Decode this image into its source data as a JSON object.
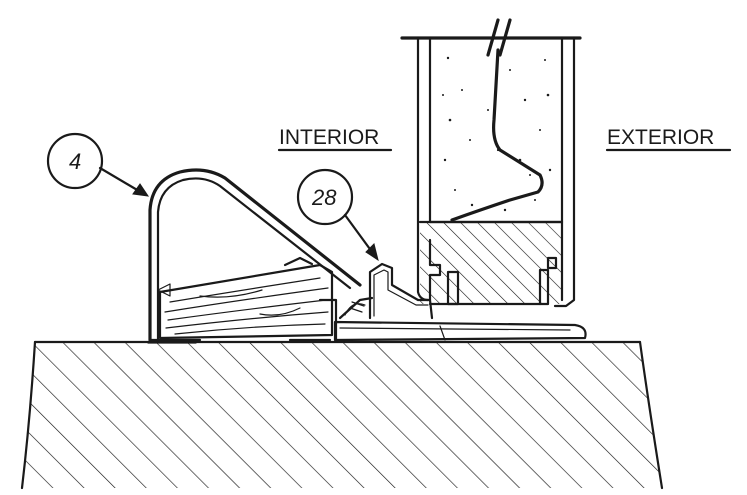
{
  "labels": {
    "interior": "INTERIOR",
    "exterior": "EXTERIOR"
  },
  "callouts": [
    {
      "id": "callout-4",
      "text": "4"
    },
    {
      "id": "callout-28",
      "text": "28"
    }
  ],
  "colors": {
    "ink": "#1a1a1a",
    "paper": "#ffffff"
  }
}
